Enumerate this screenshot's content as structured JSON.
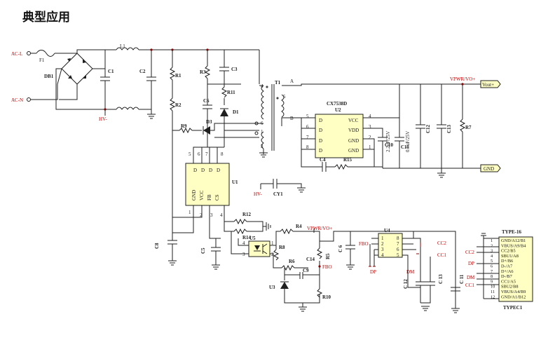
{
  "page": {
    "title": "典型应用"
  },
  "nets": {
    "ac_l": "AC-L",
    "ac_n": "AC-N",
    "hv_minus_1": "HV-",
    "hv_minus_2": "HV-",
    "vpwr_1": "VPWR/VO+",
    "vpwr_2": "VPWR/VO+",
    "fbo_1": "FBO",
    "fbo_2": "FBO",
    "cc1_1": "CC1",
    "cc1_2": "CC1",
    "cc2_1": "CC2",
    "cc2_2": "CC2",
    "dp_1": "DP",
    "dp_2": "DP",
    "dm_1": "DM",
    "dm_2": "DM",
    "vout_port": "Vout+",
    "gnd_port": "GND",
    "trans_a": "A",
    "trans_b": "B"
  },
  "components": {
    "f1": "F1",
    "l1": "L1",
    "db1": "DB1",
    "c1": "C1",
    "c2": "C2",
    "r1": "R1",
    "r2": "R2",
    "r3": "R3",
    "c3": "C3",
    "r11": "R11",
    "d1": "D1",
    "c6": "C6",
    "d3": "D3",
    "r9": "R9",
    "t1": "T1",
    "u1": "U1",
    "r12": "R12",
    "r14": "R14",
    "c8": "C8",
    "c5": "C5",
    "cy1": "CY1",
    "u2_part": "CX7538D",
    "u2": "U2",
    "c4": "C4",
    "r15": "R15",
    "c10": "C10",
    "c11": "C11",
    "c10_val": "2.2uF/25V",
    "c11_val": "0.1uF/25V",
    "c12": "C12",
    "c13": "C13",
    "r7": "R7",
    "u5": "U5",
    "r8": "R8",
    "r4": "R4",
    "r6": "R6",
    "c14": "C14",
    "c9": "C9",
    "r5": "R5",
    "u3": "U3",
    "r10": "R10",
    "c6b": "C 6",
    "u4": "U4",
    "c12b": "C 12",
    "c13b": "C 13",
    "c11b": "C 11",
    "type16": "TYPE-16",
    "typec1": "TYPEC1"
  },
  "u1_pins": {
    "labels": [
      "D",
      "D",
      "D",
      "D",
      "GND",
      "VCC",
      "FB",
      "CS"
    ],
    "numbers": [
      "5",
      "6",
      "7",
      "8",
      "1",
      "2",
      "3",
      "4"
    ]
  },
  "u2_pins": {
    "left_labels": [
      "D",
      "D",
      "D",
      "D"
    ],
    "left_numbers": [
      "5",
      "6",
      "7",
      "8"
    ],
    "right_labels": [
      "VCC",
      "VDD",
      "GND",
      "GND"
    ],
    "right_numbers": [
      "4",
      "3",
      "2",
      "1"
    ]
  },
  "u4_pins": {
    "left": [
      "1",
      "2",
      "3",
      "4"
    ],
    "right": [
      "8",
      "7",
      "6",
      "5"
    ]
  },
  "u5_pins": [
    "4",
    "3",
    "1",
    "2"
  ],
  "trans_pins": [
    "4",
    "1",
    "6",
    "3",
    "5"
  ],
  "typec": {
    "pins": [
      "GND/A12/B1",
      "VBUS/A9/B4",
      "CC2/B5",
      "SBU1/A8",
      "D+/B6",
      "D-/A7",
      "D+/A6",
      "D-/B7",
      "CC1/A5",
      "SBU2/B8",
      "VBUS/A4/B9",
      "GND/A1/B12"
    ],
    "numbers": [
      "1",
      "2",
      "3",
      "4",
      "5",
      "6",
      "7",
      "8",
      "9",
      "10",
      "11",
      "12"
    ]
  }
}
